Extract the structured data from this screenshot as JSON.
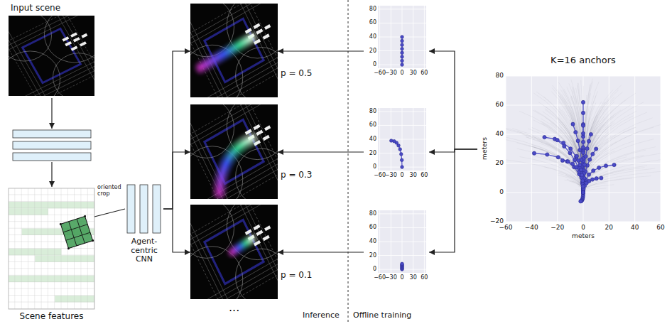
{
  "diagram": {
    "nodes": [
      {
        "text": [
          "Input scene"
        ]
      },
      {
        "text": [
          "Scene features"
        ]
      },
      {
        "text": [
          "Agent- centric CNN"
        ]
      },
      {
        "text": [
          "p = 0.5"
        ]
      },
      {
        "text": [
          "p = 0.3"
        ]
      },
      {
        "text": [
          "p = 0.1"
        ]
      },
      {
        "text": [
          "80",
          "60",
          "40",
          "20",
          "0",
          "−60",
          "−30",
          "0",
          "30",
          "60"
        ]
      },
      {
        "text": [
          "80",
          "60",
          "40",
          "20",
          "0",
          "−60",
          "−30",
          "0",
          "30",
          "60"
        ]
      },
      {
        "text": [
          "80",
          "60",
          "40",
          "20",
          "0",
          "−60",
          "−30",
          "0",
          "30",
          "60"
        ]
      },
      {
        "text": [
          "K=16 anchors",
          "80",
          "60",
          "40",
          "20",
          "0",
          "−20",
          "−60",
          "−40",
          "−20",
          "0",
          "20",
          "40",
          "60",
          "meters",
          "meters"
        ]
      }
    ],
    "edges": [
      {
        "from": 1,
        "to": 2,
        "arrow": "none",
        "label": "oriented crop"
      },
      {
        "from": 2,
        "to": 3,
        "arrow": "to"
      },
      {
        "from": 2,
        "to": 4,
        "arrow": "to"
      },
      {
        "from": 2,
        "to": 5,
        "arrow": "to"
      },
      {
        "from": 6,
        "to": 3,
        "arrow": "to"
      },
      {
        "from": 7,
        "to": 4,
        "arrow": "to"
      },
      {
        "from": 8,
        "to": 5,
        "arrow": "to"
      },
      {
        "from": 9,
        "to": 6,
        "arrow": "to"
      },
      {
        "from": 9,
        "to": 7,
        "arrow": "to"
      },
      {
        "from": 9,
        "to": 8,
        "arrow": "to"
      }
    ],
    "labels": [
      "...",
      "Inference",
      "Offline training"
    ]
  }
}
